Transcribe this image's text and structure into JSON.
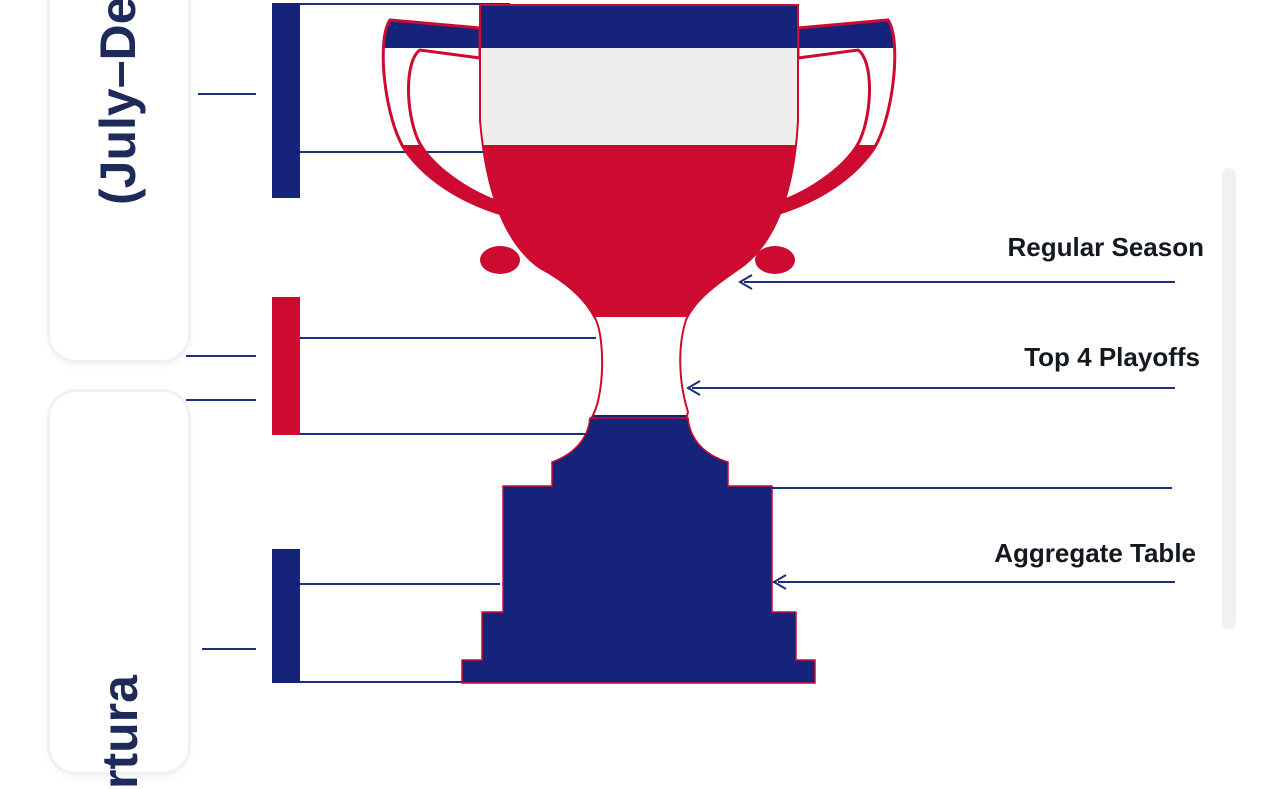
{
  "diagram": {
    "side_labels": {
      "top": "(July–De",
      "bottom": "rtura"
    },
    "stages": [
      {
        "label": "Regular Season"
      },
      {
        "label": "Top 4 Playoffs"
      },
      {
        "label": "Aggregate Table"
      }
    ],
    "colors": {
      "navy": "#16237a",
      "red": "#cd0a30",
      "white": "#ffffff",
      "line": "#1c2f7a",
      "text": "#14181f"
    }
  }
}
